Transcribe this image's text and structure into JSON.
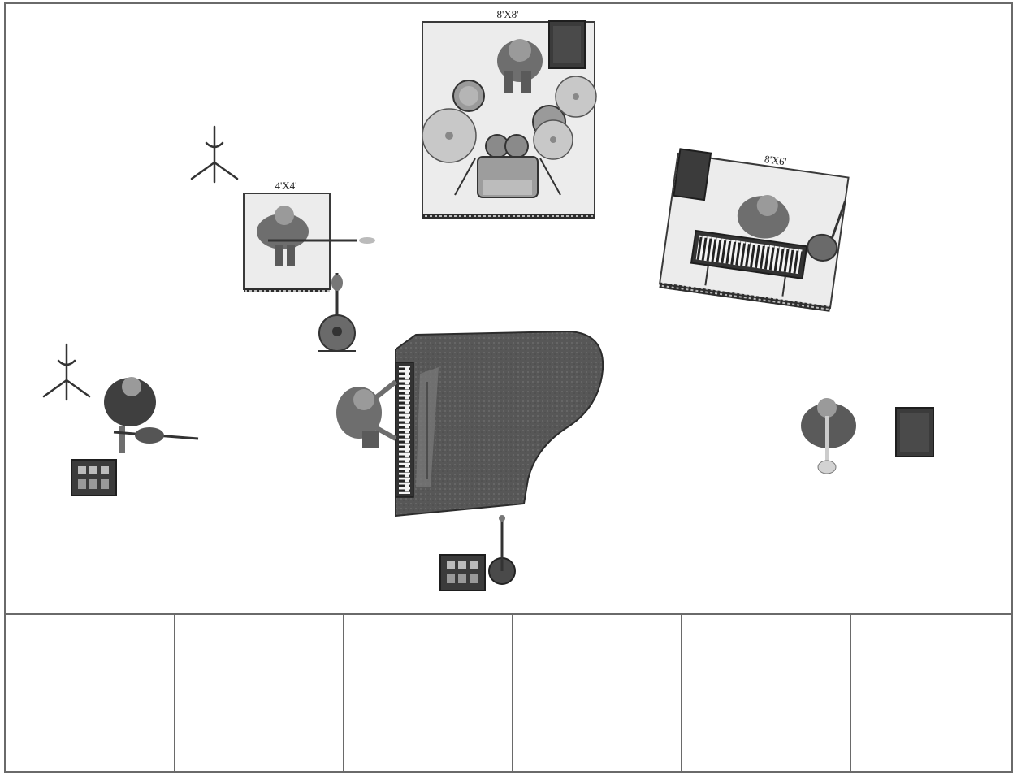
{
  "risers": {
    "drums": {
      "label": "8'X8'"
    },
    "guitar": {
      "label": "4'X4'"
    },
    "keys": {
      "label": "8'X6'"
    }
  },
  "front_sections": {
    "count": 6
  },
  "colors": {
    "stage_border": "#6a6a6a",
    "riser_fill": "#ececec",
    "riser_edge": "#3a3a3a",
    "person_body": "#6e6e6e",
    "person_dark": "#3f3f3f",
    "head": "#9a9a9a",
    "cymbal": "#c8c8c8",
    "drum_shell": "#8a8a8a",
    "piano_body": "#555555",
    "amp": "#3b3b3b"
  }
}
